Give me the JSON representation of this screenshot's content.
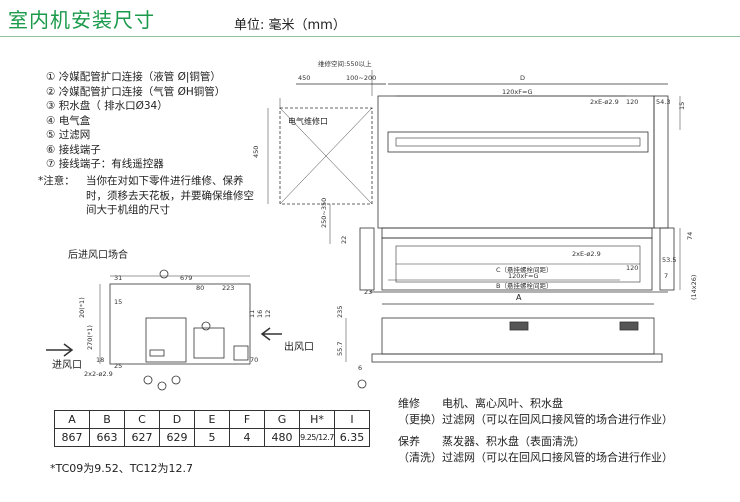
{
  "header": {
    "title": "室内机安装尺寸",
    "unit": "单位: 毫米（mm）"
  },
  "legend": [
    "① 冷媒配管扩口连接（液管 Ø|铜管）",
    "② 冷媒配管扩口连接（气管 ØH铜管）",
    "③ 积水盘（ 排水口Ø34）",
    "④ 电气盒",
    "⑤ 过滤网",
    "⑥ 接线端子",
    "⑦ 接线端子：有线遥控器"
  ],
  "note": {
    "lead": "*注意：",
    "text": "当你在对如下零件进行维修、保养时，须移去天花板，并要确保维修空间大于机组的尺寸"
  },
  "back_inlet": {
    "title": "后进风口场合",
    "inlet": "进风口",
    "outlet": "出风口"
  },
  "diagram_labels": {
    "service_space": "维修空间:550以上",
    "elec_service_port": "电气维修口",
    "d450a": "450",
    "d100_200": "100~200",
    "D": "D",
    "formula1": "120xF=G",
    "formula2": "2xE-ø2.9",
    "d120": "120",
    "d54_3": "54.3",
    "d450b": "450",
    "d250_350": "250~350",
    "d22": "22",
    "formula3": "2xE-ø2.9",
    "formula4": "120xF=G",
    "d53_5": "53.5",
    "d7": "7",
    "C_label": "C（悬挂螺栓间距）",
    "B_label": "B（悬挂螺栓间距）",
    "A": "A",
    "d23": "23",
    "d74": "74",
    "d15": "15",
    "d14x26": "(14x26)",
    "d235": "235",
    "d55_7": "55.7",
    "d6": "6",
    "s31": "31",
    "s679": "679",
    "s80": "80",
    "s223": "223",
    "s15": "15",
    "s20": "20(*1)",
    "s11": "11",
    "s16": "16",
    "s12": "12",
    "s270": "270(*1)",
    "s18": "18",
    "s25": "25",
    "s70": "70",
    "s2x": "2x2-ø2.9"
  },
  "dims_table": {
    "headers": [
      "A",
      "B",
      "C",
      "D",
      "E",
      "F",
      "G",
      "H*",
      "I"
    ],
    "values": [
      "867",
      "663",
      "627",
      "629",
      "5",
      "4",
      "480",
      "9.25/12.7",
      "6.35"
    ]
  },
  "footnote": "*TC09为9.52、TC12为12.7",
  "maintenance": {
    "repair_key": "维修",
    "repair_key2": "（更换）",
    "repair_line1": "电机、离心风叶、积水盘",
    "repair_line2": "过滤网（可以在回风口接风管的场合进行作业）",
    "clean_key": "保养",
    "clean_key2": "（清洗）",
    "clean_line1": "蒸发器、积水盘（表面清洗）",
    "clean_line2": "过滤网（可以在回风口接风管的场合进行作业）"
  }
}
